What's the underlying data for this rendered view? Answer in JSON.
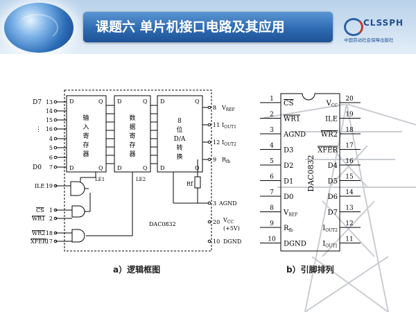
{
  "slide": {
    "title": "课题六    单片机接口电路及其应用",
    "logo_name": "CLSSPH",
    "logo_sub": "中国劳动社会保障出版社"
  },
  "diagram_a": {
    "caption": "a）逻辑框图",
    "chip_label": "DAC0832",
    "left_pins": [
      {
        "name": "D7",
        "num": "13"
      },
      {
        "name": "",
        "num": "14"
      },
      {
        "name": "",
        "num": "15"
      },
      {
        "name": "⋮",
        "num": "16"
      },
      {
        "name": "",
        "num": "4"
      },
      {
        "name": "",
        "num": "5"
      },
      {
        "name": "",
        "num": "6"
      },
      {
        "name": "D0",
        "num": "7"
      }
    ],
    "right_pins": [
      {
        "num": "8",
        "name": "V",
        "sub": "REF"
      },
      {
        "num": "11",
        "name": "I",
        "sub": "OUT1"
      },
      {
        "num": "12",
        "name": "I",
        "sub": "OUT2"
      },
      {
        "num": "9",
        "name": "R",
        "sub": "fb"
      }
    ],
    "latch1_chars": [
      "输",
      "入",
      "寄",
      "存",
      "器"
    ],
    "latch2_chars": [
      "数",
      "据",
      "寄",
      "存",
      "器"
    ],
    "dac_chars": [
      "8",
      "位",
      "D/A",
      "转",
      "换"
    ],
    "d_label": "D",
    "q_label": "Q",
    "le1": "LE1",
    "le2": "LE2",
    "rf": "Rf",
    "ile": {
      "name": "ILE",
      "num": "19"
    },
    "cs": {
      "name": "CS",
      "num": "1"
    },
    "wr1": {
      "name": "WR1",
      "num": "2"
    },
    "wr2": {
      "name": "WR2",
      "num": "18"
    },
    "xfer": {
      "name": "XFER",
      "num": "17"
    },
    "agnd": {
      "num": "3",
      "name": "AGND"
    },
    "vcc": {
      "num": "20",
      "name": "V",
      "sub": "CC",
      "note": "(+5V)"
    },
    "dgnd": {
      "num": "10",
      "name": "DGND"
    }
  },
  "diagram_b": {
    "caption": "b）引脚排列",
    "chip_label": "DAC0832",
    "left_pins": [
      {
        "num": "1",
        "name": "CS",
        "overline": true
      },
      {
        "num": "2",
        "name": "WR1",
        "overline": true
      },
      {
        "num": "3",
        "name": "AGND"
      },
      {
        "num": "4",
        "name": "D3"
      },
      {
        "num": "5",
        "name": "D2"
      },
      {
        "num": "6",
        "name": "D1"
      },
      {
        "num": "7",
        "name": "D0"
      },
      {
        "num": "8",
        "name": "V",
        "sub": "REF"
      },
      {
        "num": "9",
        "name": "R",
        "sub": "fb"
      },
      {
        "num": "10",
        "name": "DGND"
      }
    ],
    "right_pins": [
      {
        "num": "20",
        "name": "V",
        "sub": "CC"
      },
      {
        "num": "19",
        "name": "ILE"
      },
      {
        "num": "18",
        "name": "WR2",
        "overline": true
      },
      {
        "num": "17",
        "name": "XFER",
        "overline": true
      },
      {
        "num": "16",
        "name": "D4"
      },
      {
        "num": "15",
        "name": "D5"
      },
      {
        "num": "14",
        "name": "D6"
      },
      {
        "num": "13",
        "name": "D7"
      },
      {
        "num": "12",
        "name": "I",
        "sub": "OUT2"
      },
      {
        "num": "11",
        "name": "I",
        "sub": "OUT1"
      }
    ]
  }
}
